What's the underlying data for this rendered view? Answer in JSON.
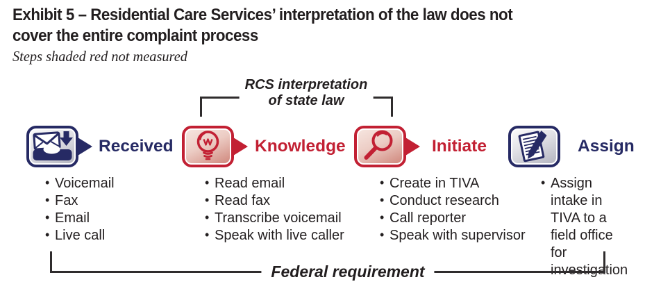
{
  "exhibit": {
    "title_line1": "Exhibit 5 – Residential Care Services’ interpretation of the law does not",
    "title_line2": "cover the entire complaint process",
    "subtitle": "Steps shaded red not measured"
  },
  "top_bracket": {
    "line1": "RCS interpretation",
    "line2": "of state law"
  },
  "bottom_bracket": {
    "label": "Federal requirement"
  },
  "steps": [
    {
      "label": "Received",
      "icon": "inbox-envelope-icon",
      "color": "#262a64",
      "shaded_red": false,
      "items": [
        "Voicemail",
        "Fax",
        "Email",
        "Live call"
      ]
    },
    {
      "label": "Knowledge",
      "icon": "lightbulb-icon",
      "color": "#c22033",
      "shaded_red": true,
      "items": [
        "Read email",
        "Read fax",
        "Transcribe voicemail",
        "Speak with live caller"
      ]
    },
    {
      "label": "Initiate",
      "icon": "magnifying-glass-icon",
      "color": "#c22033",
      "shaded_red": true,
      "items": [
        "Create in TIVA",
        "Conduct research",
        "Call reporter",
        "Speak with supervisor"
      ]
    },
    {
      "label": "Assign",
      "icon": "document-pen-icon",
      "color": "#262a64",
      "shaded_red": false,
      "items": [
        "Assign intake in TIVA to a field office for investigation"
      ]
    }
  ],
  "colors": {
    "navy": "#262a64",
    "red": "#c22033",
    "text": "#231f20",
    "bracket_line": "#2f2c2d"
  }
}
